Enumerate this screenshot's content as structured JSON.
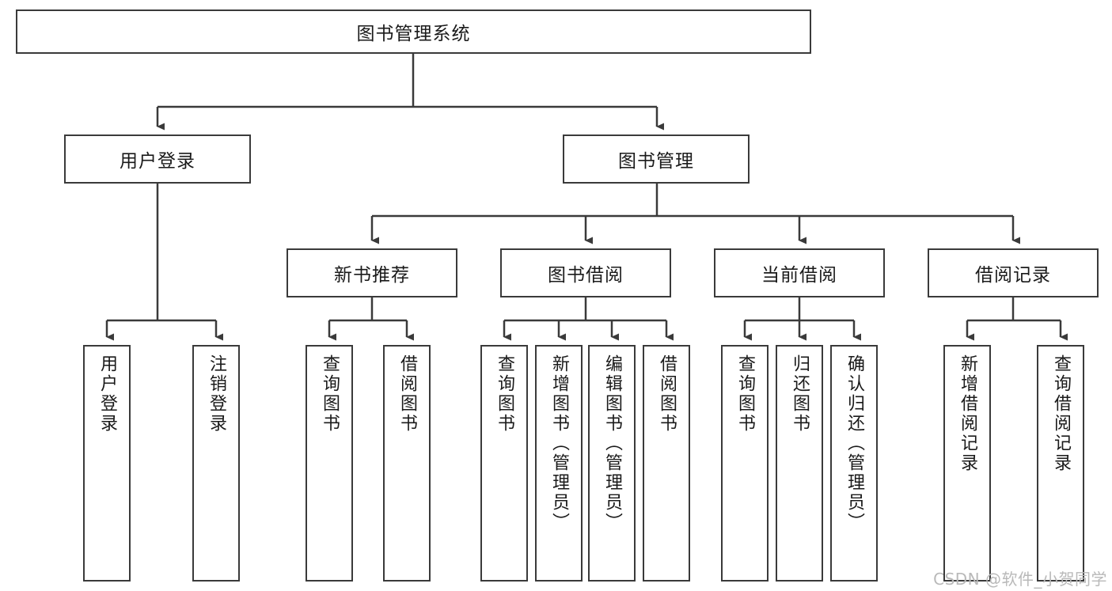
{
  "diagram": {
    "title": "图书管理系统",
    "type": "hierarchy-tree",
    "watermark": "CSDN @软件_小贺同学",
    "colors": {
      "stroke": "#3a3a3a",
      "fill": "#ffffff",
      "text": "#1a1a1a",
      "watermark": "#b9b9b9"
    },
    "nodes": {
      "root": {
        "label": "图书管理系统"
      },
      "level2": [
        {
          "id": "user-login",
          "label": "用户登录"
        },
        {
          "id": "book-manage",
          "label": "图书管理"
        }
      ],
      "level3": [
        {
          "id": "new-book-recommend",
          "label": "新书推荐"
        },
        {
          "id": "book-borrow",
          "label": "图书借阅"
        },
        {
          "id": "current-borrow",
          "label": "当前借阅"
        },
        {
          "id": "borrow-record",
          "label": "借阅记录"
        }
      ],
      "leaves": {
        "user-login": [
          {
            "id": "leaf-user-login",
            "label": "用户登录"
          },
          {
            "id": "leaf-logout",
            "label": "注销登录"
          }
        ],
        "new-book-recommend": [
          {
            "id": "leaf-query-book-1",
            "label": "查询图书"
          },
          {
            "id": "leaf-borrow-book-1",
            "label": "借阅图书"
          }
        ],
        "book-borrow": [
          {
            "id": "leaf-query-book-2",
            "label": "查询图书"
          },
          {
            "id": "leaf-add-book",
            "label": "新增图书（管理员）"
          },
          {
            "id": "leaf-edit-book",
            "label": "编辑图书（管理员）"
          },
          {
            "id": "leaf-borrow-book-2",
            "label": "借阅图书"
          }
        ],
        "current-borrow": [
          {
            "id": "leaf-query-book-3",
            "label": "查询图书"
          },
          {
            "id": "leaf-return-book",
            "label": "归还图书"
          },
          {
            "id": "leaf-confirm-return",
            "label": "确认归还（管理员）"
          }
        ],
        "borrow-record": [
          {
            "id": "leaf-add-record",
            "label": "新增借阅记录"
          },
          {
            "id": "leaf-query-record",
            "label": "查询借阅记录"
          }
        ]
      }
    }
  }
}
